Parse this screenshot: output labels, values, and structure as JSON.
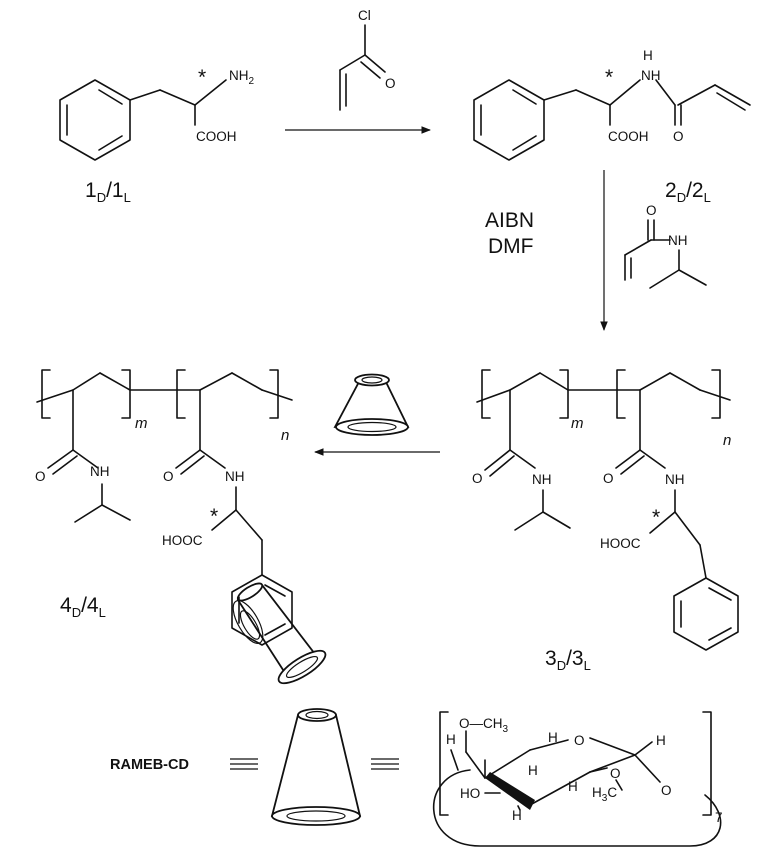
{
  "atoms": {
    "nh2": "NH",
    "nh2_sub": "2",
    "cooh": "COOH",
    "hooc": "HOOC",
    "nh": "NH",
    "h": "H",
    "o": "O",
    "cl": "Cl",
    "star": "*",
    "ho": "HO",
    "h3c": "H",
    "h3c_sub": "3",
    "h3c_c": "C",
    "ch3_c": "CH",
    "ch3_sub": "3"
  },
  "labels": {
    "c1": {
      "main": "1",
      "s1": "D",
      "mid": "/1",
      "s2": "L"
    },
    "c2": {
      "main": "2",
      "s1": "D",
      "mid": "/2",
      "s2": "L"
    },
    "c3": {
      "main": "3",
      "s1": "D",
      "mid": "/3",
      "s2": "L"
    },
    "c4": {
      "main": "4",
      "s1": "D",
      "mid": "/4",
      "s2": "L"
    }
  },
  "conditions": {
    "line1": "AIBN",
    "line2": "DMF"
  },
  "polymer": {
    "m": "m",
    "n": "n"
  },
  "legend": {
    "name": "RAMEB-CD",
    "repeat": "7"
  }
}
